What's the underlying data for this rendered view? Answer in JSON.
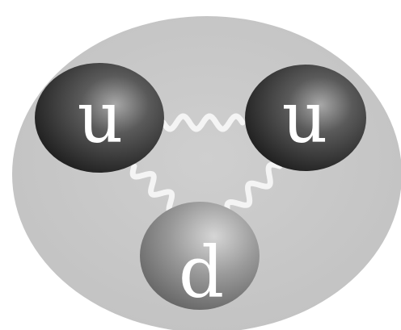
{
  "quarks": [
    {
      "id": "up-1",
      "label": "u"
    },
    {
      "id": "up-2",
      "label": "u"
    },
    {
      "id": "down",
      "label": "d"
    }
  ],
  "colors": {
    "background_blob": "#c8c8c8",
    "gluon": "#f4f4f4",
    "up_quark_dark": "#1c1c1c",
    "up_quark_light": "#9a9a9a",
    "down_quark_dark": "#6e6e6e",
    "down_quark_light": "#c9c9c9",
    "letter": "#ffffff"
  }
}
